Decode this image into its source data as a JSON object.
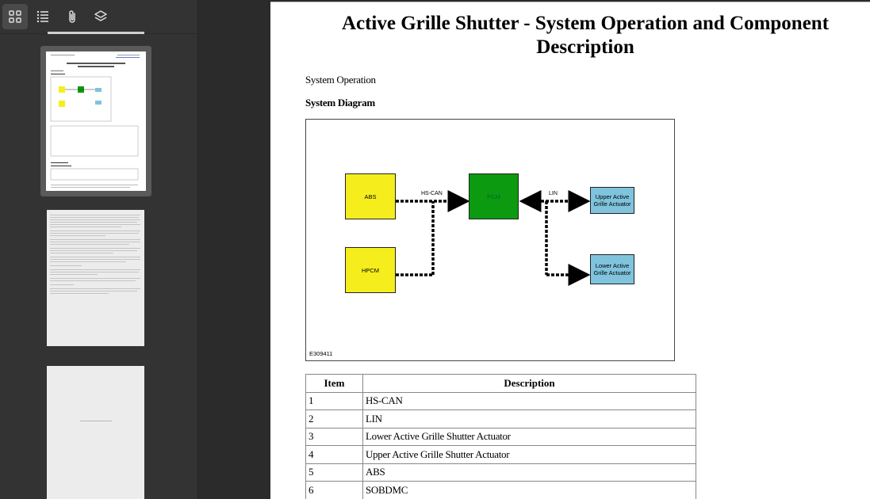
{
  "sidebar": {
    "toolbar": {
      "thumbnails_icon": "grid-icon",
      "outline_icon": "list-icon",
      "attachments_icon": "paperclip-icon",
      "layers_icon": "layers-icon"
    },
    "thumbnails": [
      {
        "page": 1,
        "selected": true
      },
      {
        "page": 2,
        "selected": false
      },
      {
        "page": 3,
        "selected": false
      }
    ]
  },
  "document": {
    "title": "Active Grille Shutter - System Operation and Component Description",
    "section_operation": "System Operation",
    "section_diagram": "System Diagram",
    "diagram": {
      "blocks": {
        "abs": "ABS",
        "hpcm": "HPCM",
        "pcm": "PCM",
        "upper": "Upper Active Grille Actuator",
        "lower": "Lower Active Grille Actuator"
      },
      "labels": {
        "hs_can": "HS-CAN",
        "lin": "LIN"
      },
      "figure_id": "E309411"
    },
    "table": {
      "headers": [
        "Item",
        "Description"
      ],
      "rows": [
        [
          "1",
          "HS-CAN"
        ],
        [
          "2",
          "LIN"
        ],
        [
          "3",
          "Lower Active Grille Shutter Actuator"
        ],
        [
          "4",
          "Upper Active Grille Shutter Actuator"
        ],
        [
          "5",
          "ABS"
        ],
        [
          "6",
          "SOBDMC"
        ]
      ]
    }
  }
}
